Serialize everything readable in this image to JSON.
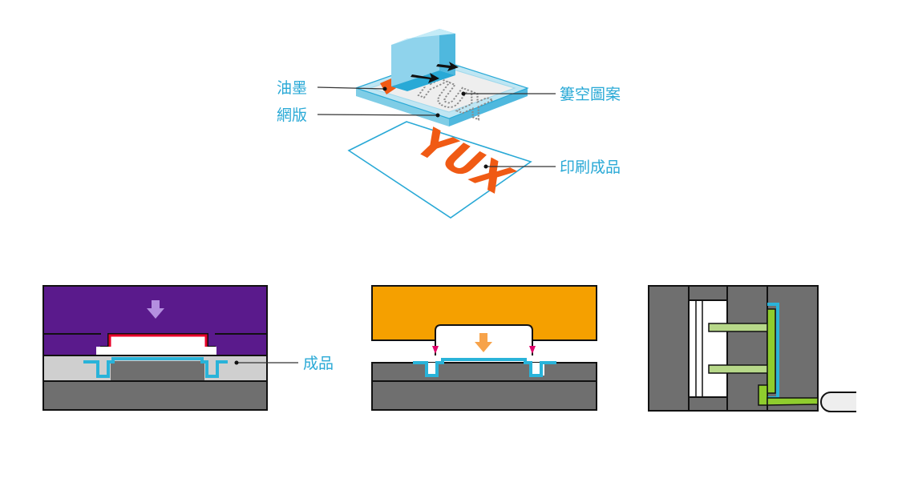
{
  "labels": {
    "ink": "油墨",
    "screen": "網版",
    "stencil": "簍空圖案",
    "print_product": "印刷成品",
    "mold_product": "成品"
  },
  "printed_glyphs": "YUX",
  "colors": {
    "label_cyan": "#29a9d6",
    "mold_purple": "#5a1a8c",
    "mold_orange": "#f5a000",
    "mold_gray": "#6f6f6f",
    "mold_light_gray": "#cfcfcf",
    "film_cyan": "#29b3d9",
    "film_red": "#e8002a",
    "ejector_green": "#8fcc2e",
    "ink_orange": "#f05a14",
    "arrow_violet": "#b48fe0",
    "arrow_orange": "#f7a34a"
  }
}
